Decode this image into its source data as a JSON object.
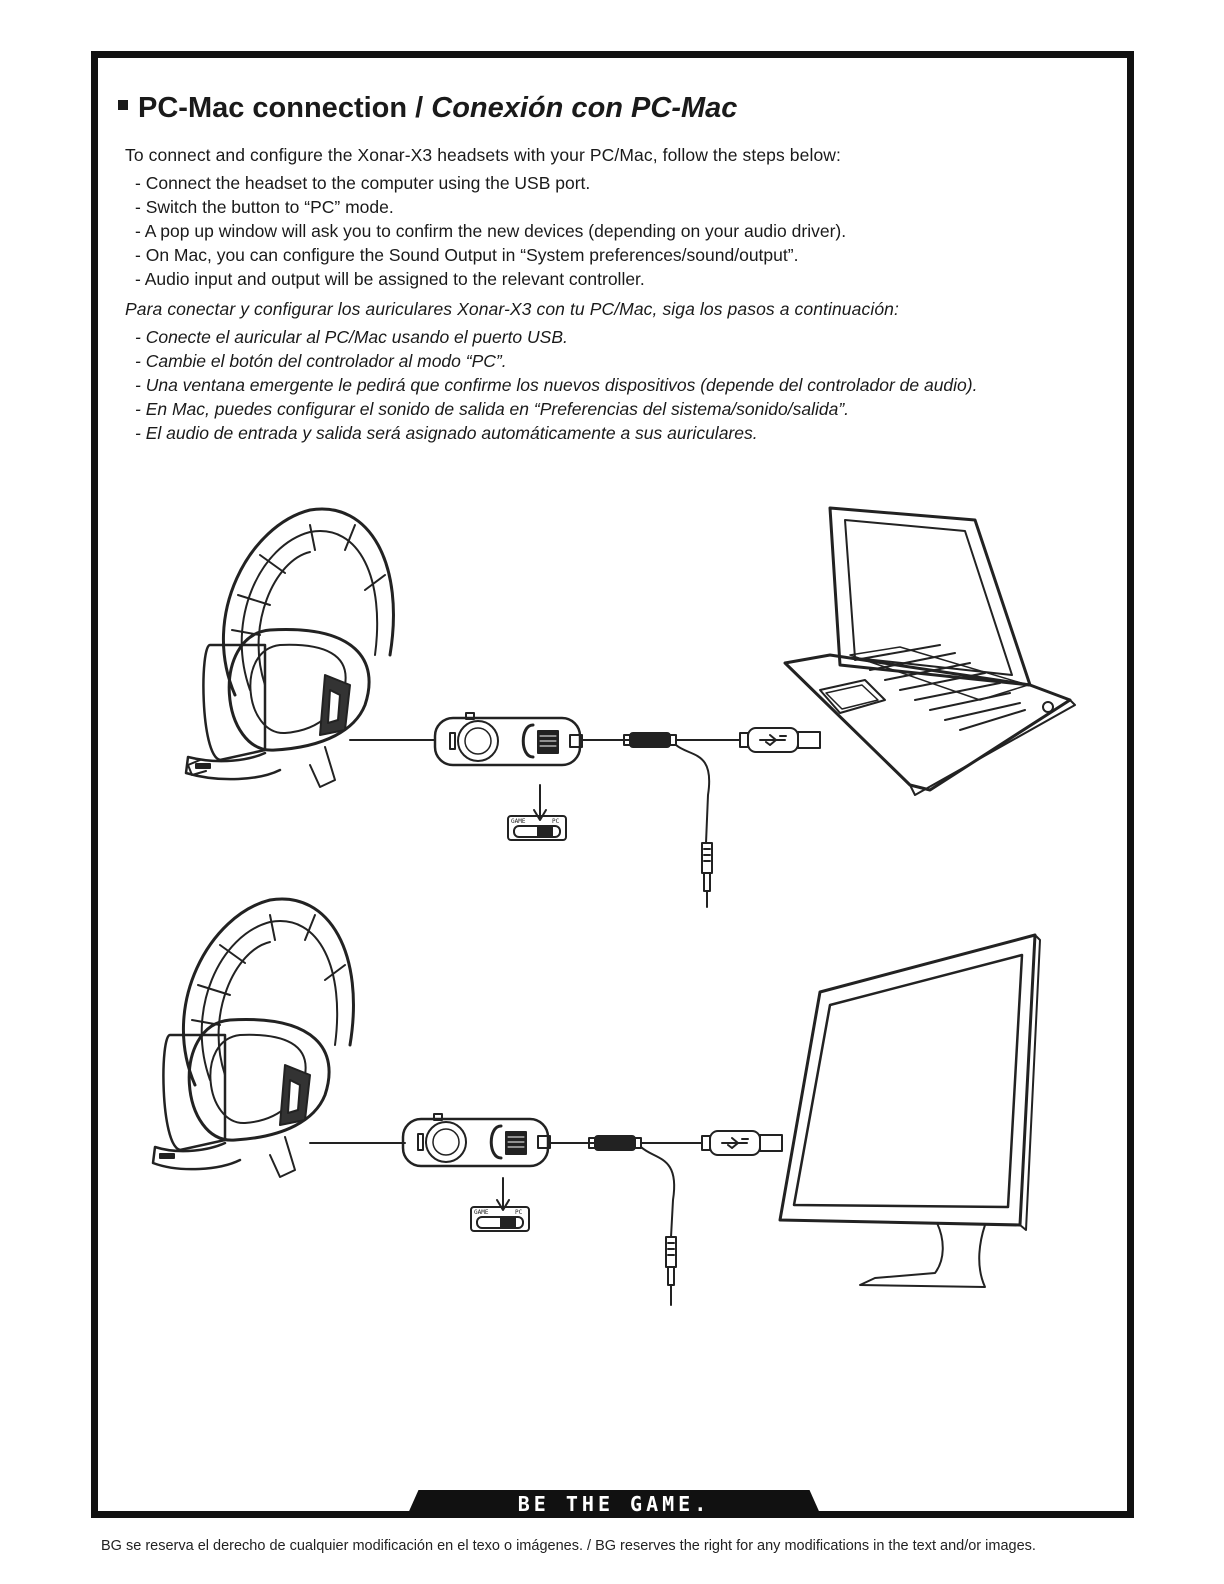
{
  "title": {
    "en": "PC-Mac connection / ",
    "es": "Conexión con PC-Mac"
  },
  "english": {
    "intro": "To connect and configure the Xonar-X3 headsets with your PC/Mac, follow the steps below:",
    "steps": [
      "Connect the headset to the computer using the USB port.",
      "Switch the button to “PC” mode.",
      "A pop up window will ask you to confirm the new devices (depending on your audio driver).",
      "On Mac, you can configure the Sound Output in “System preferences/sound/output”.",
      "Audio input and output will be assigned to the relevant controller."
    ]
  },
  "spanish": {
    "intro": "Para conectar y configurar los auriculares Xonar-X3 con tu PC/Mac, siga los pasos a continuación:",
    "steps": [
      "Conecte el auricular al PC/Mac usando el puerto USB.",
      "Cambie el botón del controlador al modo “PC”.",
      "Una ventana emergente le pedirá que confirme los nuevos dispositivos (depende del controlador de audio).",
      "En Mac, puedes configurar el sonido de salida en “Preferencias del sistema/sonido/salida”.",
      "El audio de entrada y salida será asignado automáticamente a sus auriculares."
    ]
  },
  "switch_labels": {
    "game": "GAME",
    "pc": "PC"
  },
  "banner": "BE THE GAME.",
  "footer": "BG se reserva el derecho de cualquier modificación en el texo o imágenes. / BG reserves the right for any modifications in the text and/or images."
}
